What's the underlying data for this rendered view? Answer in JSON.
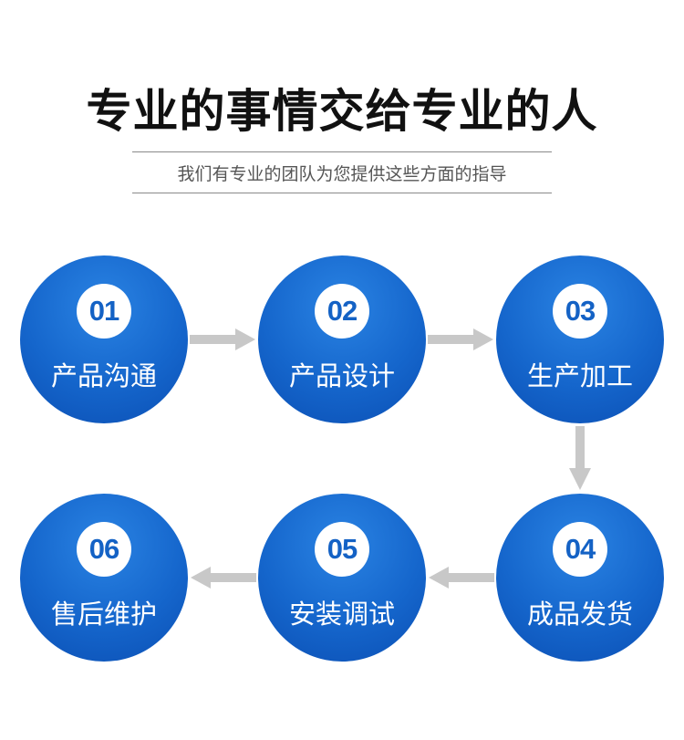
{
  "header": {
    "title": "专业的事情交给专业的人",
    "subtitle": "我们有专业的团队为您提供这些方面的指导"
  },
  "steps": [
    {
      "number": "01",
      "label": "产品沟通"
    },
    {
      "number": "02",
      "label": "产品设计"
    },
    {
      "number": "03",
      "label": "生产加工"
    },
    {
      "number": "04",
      "label": "成品发货"
    },
    {
      "number": "05",
      "label": "安装调试"
    },
    {
      "number": "06",
      "label": "售后维护"
    }
  ],
  "colors": {
    "circle": "#1566cc",
    "number_text": "#1462c5",
    "arrow": "#c8c8c8",
    "title": "#111111"
  }
}
